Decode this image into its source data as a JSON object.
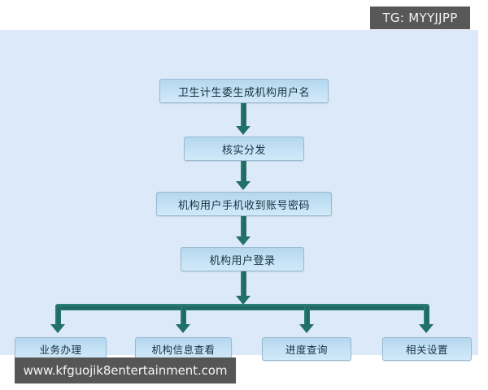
{
  "overlay": {
    "tg_badge": "TG: MYYJJPP",
    "site_badge": "www.kfguojik8entertainment.com"
  },
  "flowchart": {
    "title": "",
    "main_steps": [
      {
        "id": "step-1",
        "label": "卫生计生委生成机构用户名"
      },
      {
        "id": "step-2",
        "label": "核实分发"
      },
      {
        "id": "step-3",
        "label": "机构用户手机收到账号密码"
      },
      {
        "id": "step-4",
        "label": "机构用户登录"
      }
    ],
    "branch_steps": [
      {
        "id": "branch-1",
        "label": "业务办理"
      },
      {
        "id": "branch-2",
        "label": "机构信息查看"
      },
      {
        "id": "branch-3",
        "label": "进度查询"
      },
      {
        "id": "branch-4",
        "label": "相关设置"
      }
    ],
    "colors": {
      "canvas": "#dce9f8",
      "node_fill": "#c2e0f4",
      "node_border": "#9ab9cf",
      "connector": "#1d6560",
      "badge": "#585858"
    }
  }
}
